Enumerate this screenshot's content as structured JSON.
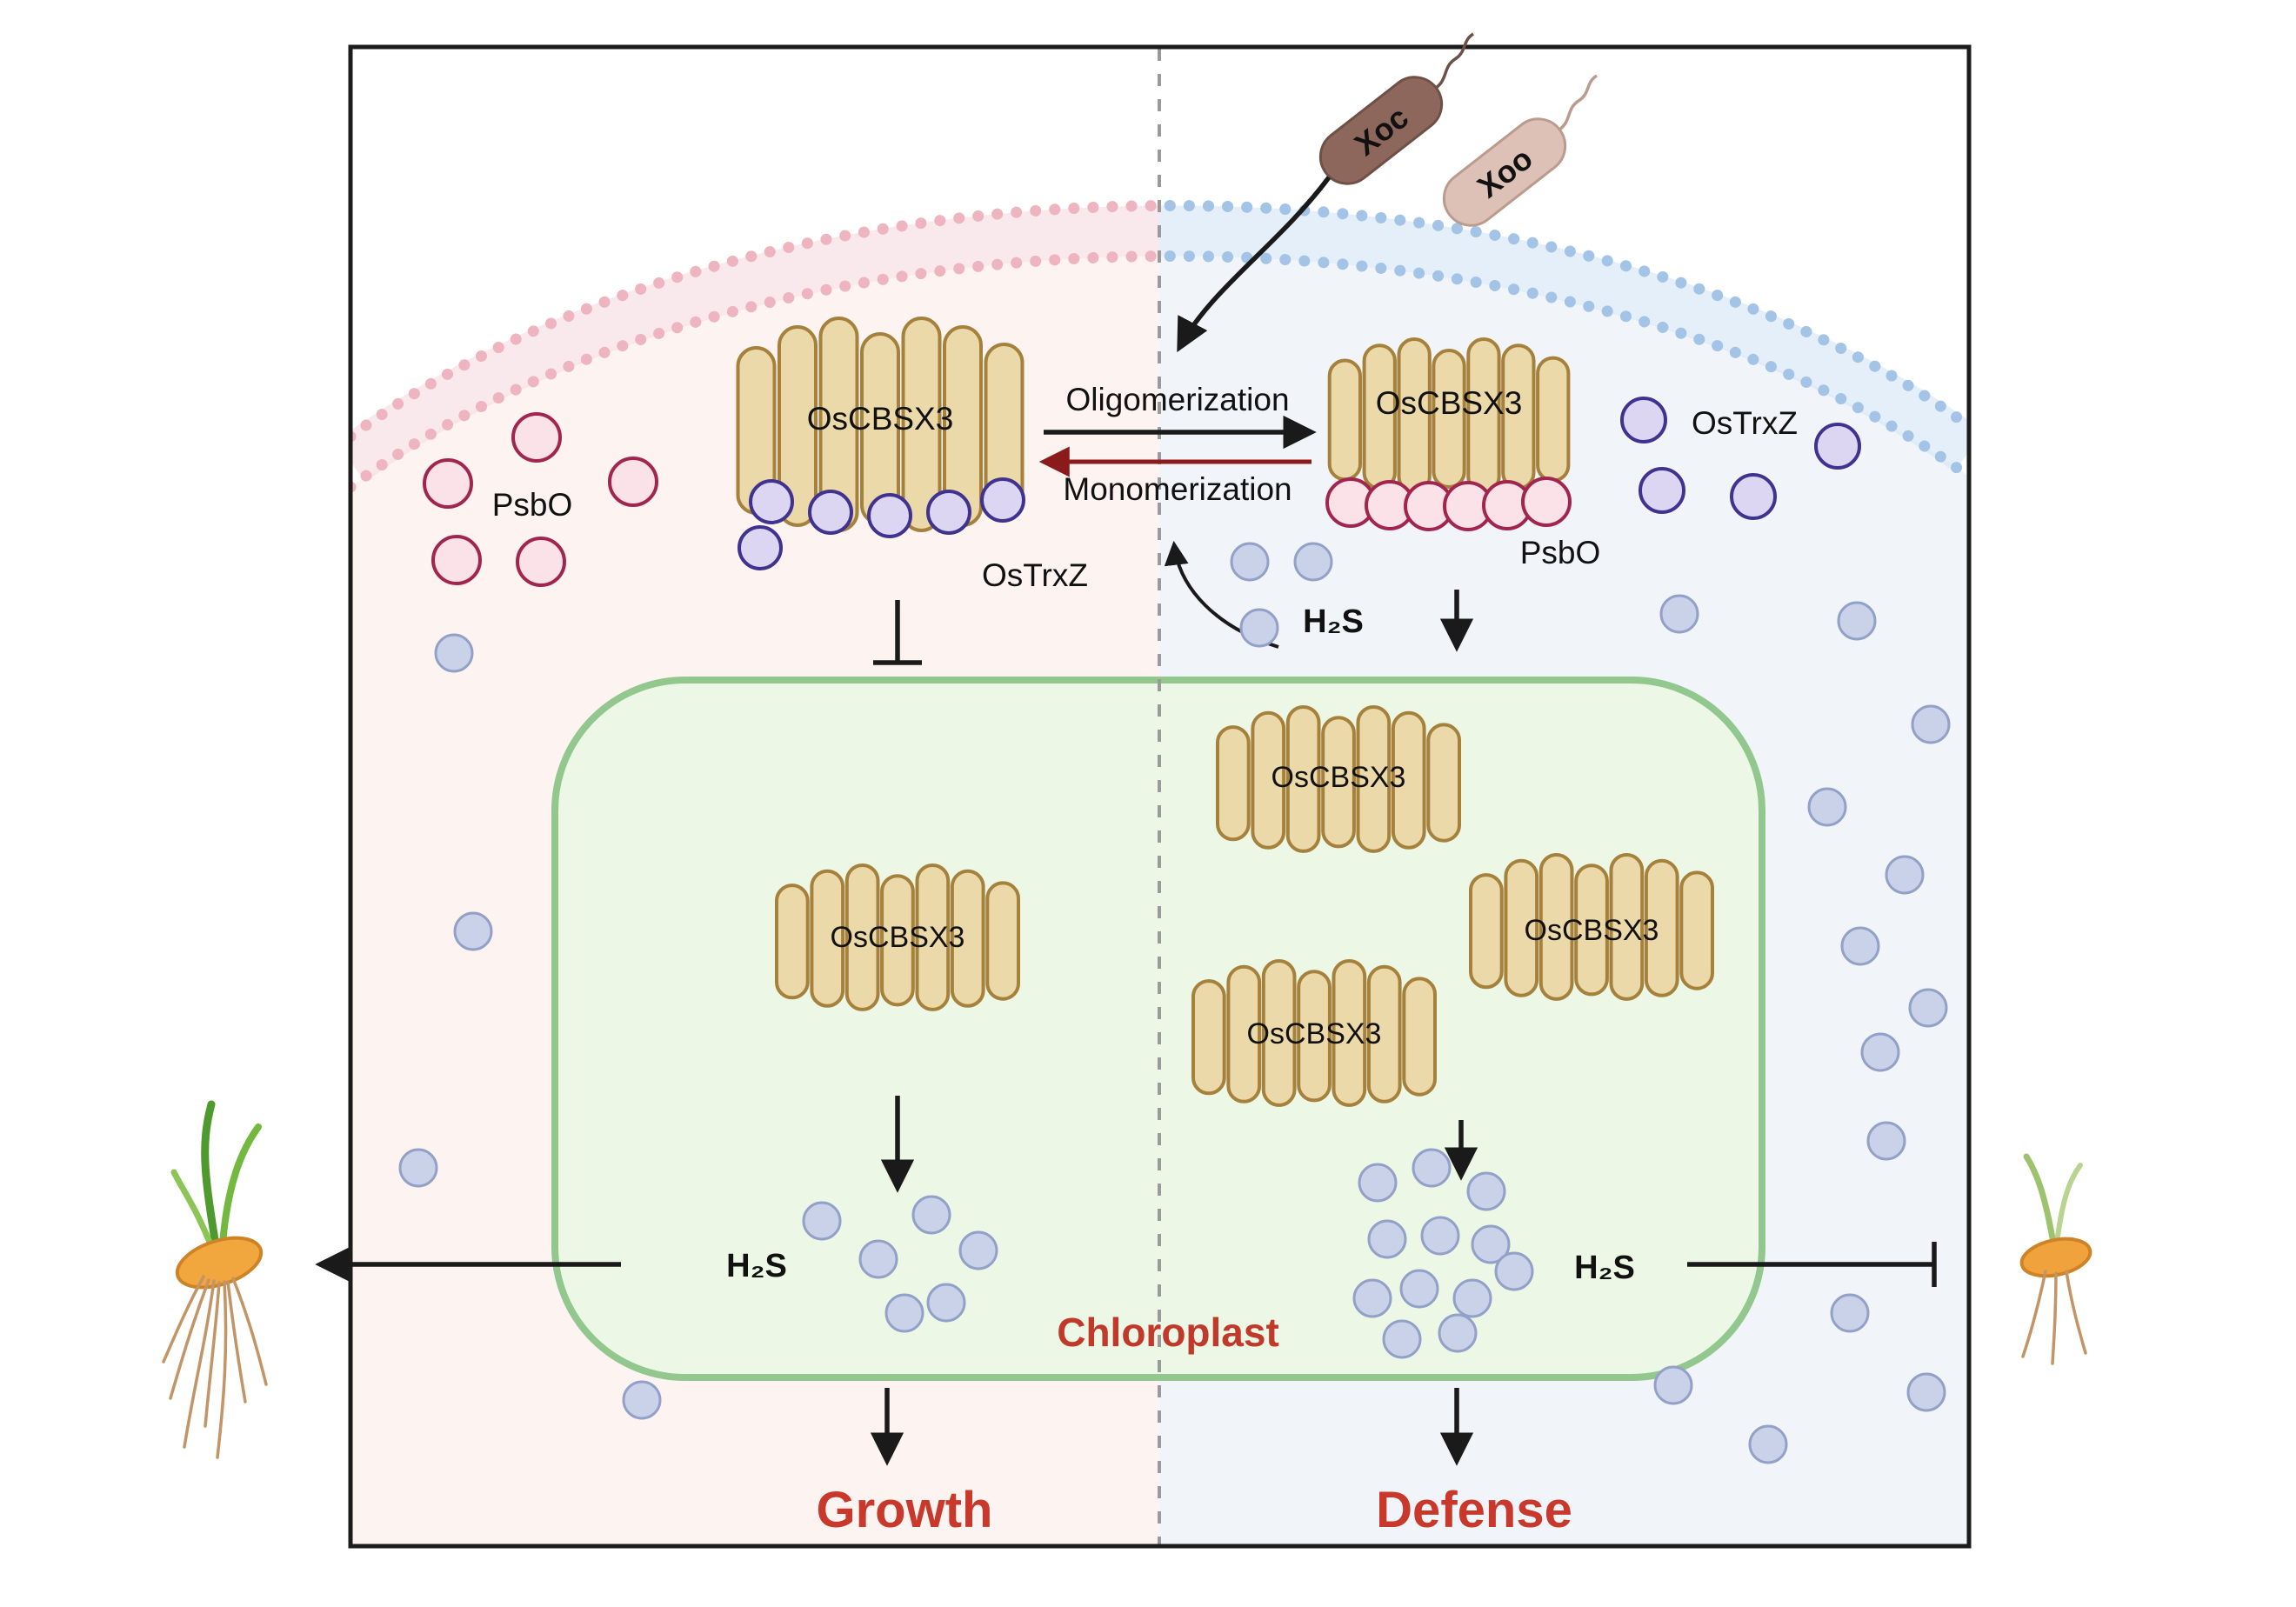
{
  "figure": {
    "pathogens": {
      "xoc": "Xoc",
      "xoo": "Xoo"
    },
    "proteins": {
      "oscbsx3": "OsCBSX3",
      "psbo": "PsbO",
      "ostrxz": "OsTrxZ"
    },
    "processes": {
      "oligomerization": "Oligomerization",
      "monomerization": "Monomerization"
    },
    "molecules": {
      "h2s": "H₂S"
    },
    "organelle": {
      "chloroplast": "Chloroplast"
    },
    "outcomes": {
      "growth": "Growth",
      "defense": "Defense"
    },
    "colors": {
      "outcome_text": "#c8392b",
      "chloroplast_label": "#c0392b",
      "chloroplast_fill": "#ecf7e5",
      "chloroplast_stroke": "#92c78e",
      "capsule_fill": "#ebd9a9",
      "capsule_stroke": "#a5813c",
      "membrane_left": "#eeb5c0",
      "membrane_right": "#a3c4e6",
      "psbo_circle_stroke": "#a2254f",
      "ostrxz_circle_stroke": "#40328f",
      "h2s_dot_fill": "#c9d2e9",
      "monomerization_arrow": "#8b1a1a",
      "left_background": "#fdf4f2",
      "right_background": "#f1f5fa"
    }
  }
}
